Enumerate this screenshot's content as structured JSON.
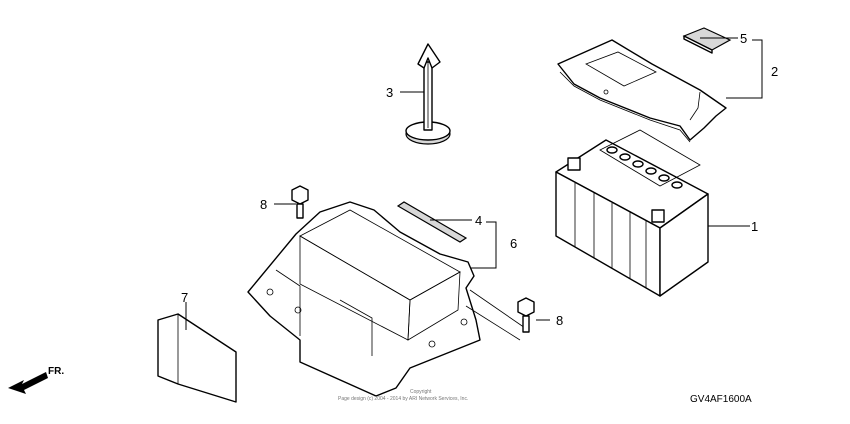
{
  "diagram": {
    "callouts": [
      {
        "id": "1",
        "text": "1"
      },
      {
        "id": "2",
        "text": "2"
      },
      {
        "id": "3",
        "text": "3"
      },
      {
        "id": "4",
        "text": "4"
      },
      {
        "id": "5",
        "text": "5"
      },
      {
        "id": "6",
        "text": "6"
      },
      {
        "id": "7",
        "text": "7"
      },
      {
        "id": "8a",
        "text": "8"
      },
      {
        "id": "8b",
        "text": "8"
      }
    ],
    "direction_label": "FR.",
    "part_code": "GV4AF1600A",
    "copyright_line1": "Copyright",
    "copyright_line2": "Page design (c) 2004 - 2014 by ARI Network Services, Inc."
  }
}
